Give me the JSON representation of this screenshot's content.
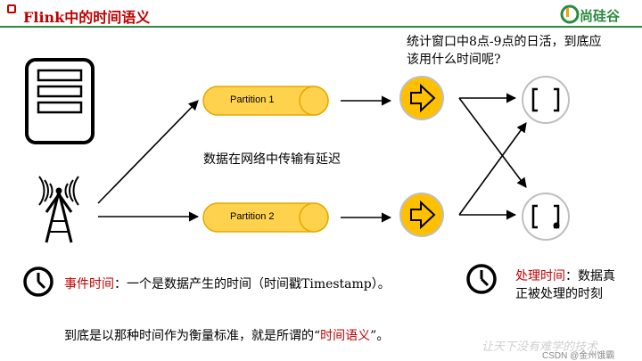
{
  "header": {
    "title": "Flink中的时间语义",
    "logo_text": "尚硅谷"
  },
  "diagram": {
    "partition1": "Partition 1",
    "partition2": "Partition 2",
    "question": "统计窗口中8点-9点的日活，到底应该用什么时间呢?",
    "question_line1": "统计窗口中8点-9点的日活，到底应",
    "question_line2": "该用什么时间呢?",
    "delay_note": "数据在网络中传输有延迟",
    "event_time_label": "事件时间",
    "event_time_desc": "：一个是数据产生的时间（时间戳Timestamp）。",
    "processing_time_label": "处理时间",
    "processing_time_desc1": "：数据真",
    "processing_time_desc2": "正被处理的时刻",
    "conclusion_prefix": "到底是以那种时间作为衡量标准，就是所谓的“",
    "conclusion_highlight": "时间语义",
    "conclusion_suffix": "”。"
  },
  "watermark": {
    "text": "CSDN @金州饿霸",
    "slogan": "让天下没有难学的技术"
  },
  "colors": {
    "accent_red": "#c00000",
    "brand_green": "#2b8a3e",
    "partition_fill": "#ffd24d",
    "node_fill": "#ffc000"
  }
}
